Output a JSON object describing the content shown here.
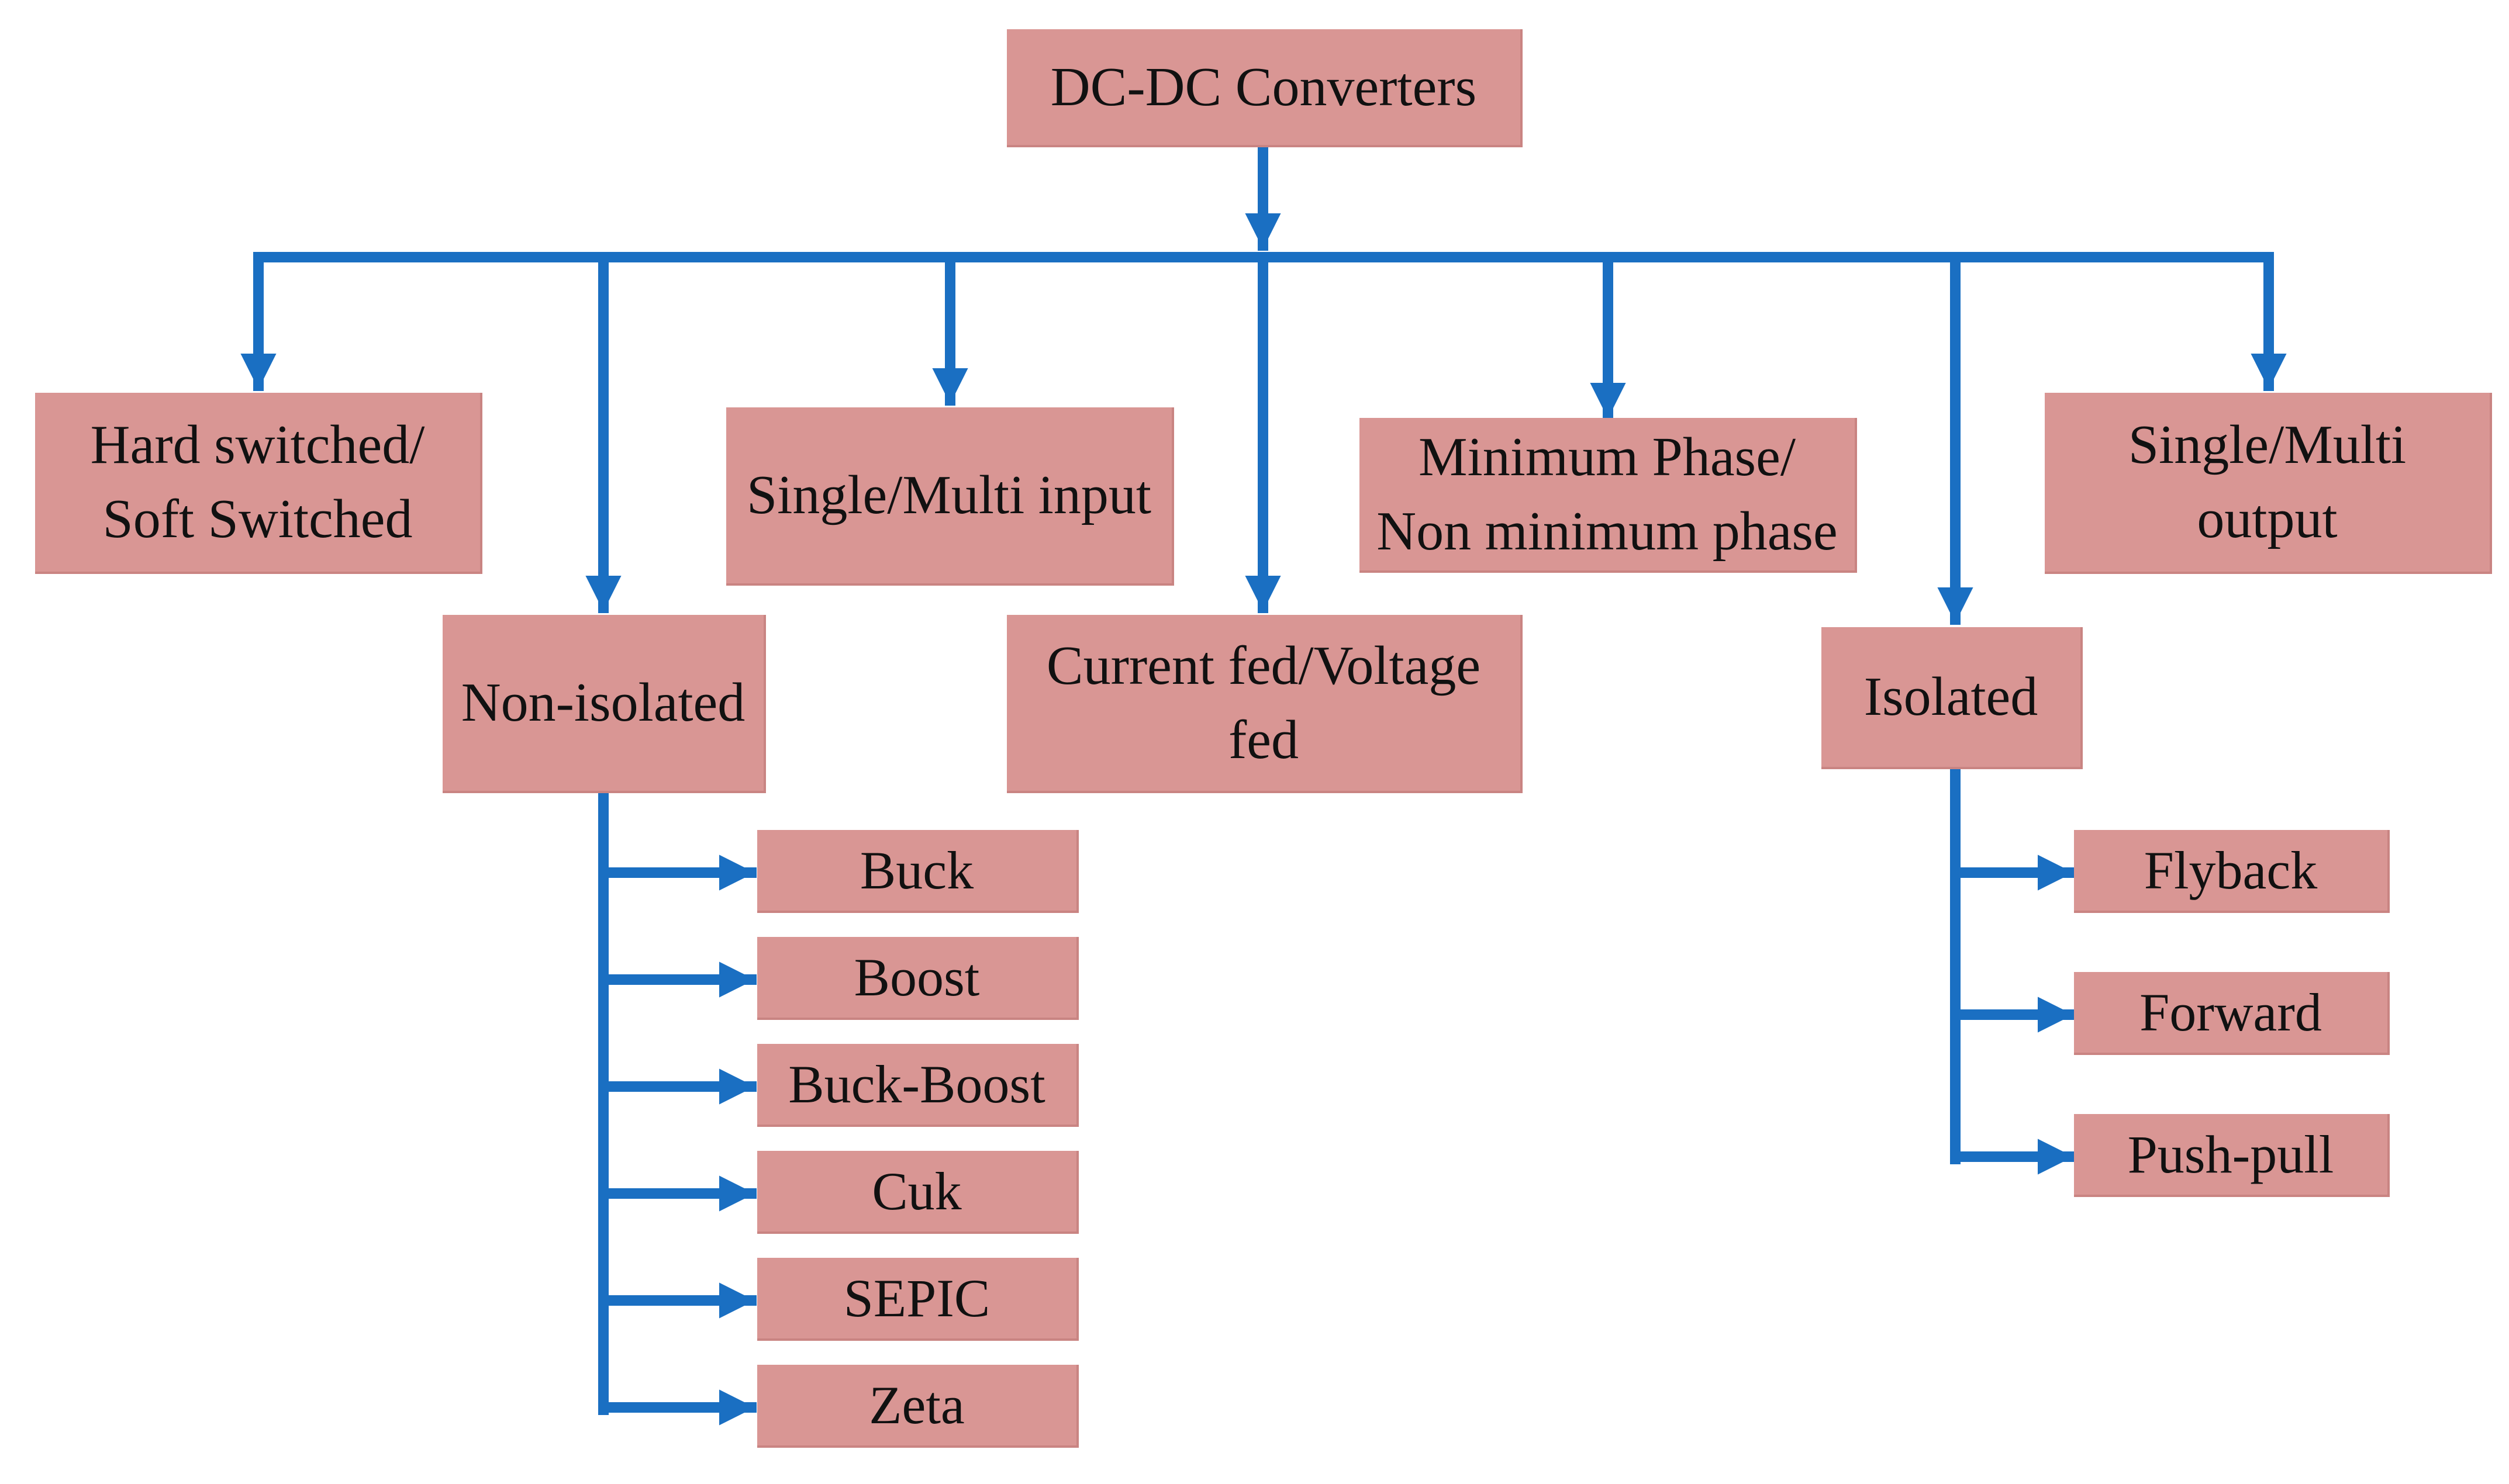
{
  "root": {
    "label": "DC-DC Converters"
  },
  "categories": {
    "hard_soft": "Hard switched/\nSoft Switched",
    "non_isolated": "Non-isolated",
    "single_multi_input": "Single/Multi input",
    "current_voltage_fed": "Current fed/Voltage\nfed",
    "min_phase": "Minimum Phase/\nNon minimum phase",
    "isolated": "Isolated",
    "single_multi_output": "Single/Multi\noutput"
  },
  "non_isolated_types": [
    "Buck",
    "Boost",
    "Buck-Boost",
    "Cuk",
    "SEPIC",
    "Zeta"
  ],
  "isolated_types": [
    "Flyback",
    "Forward",
    "Push-pull"
  ],
  "colors": {
    "box": "#d99694",
    "arrow": "#1a6fc2",
    "text": "#111111"
  }
}
